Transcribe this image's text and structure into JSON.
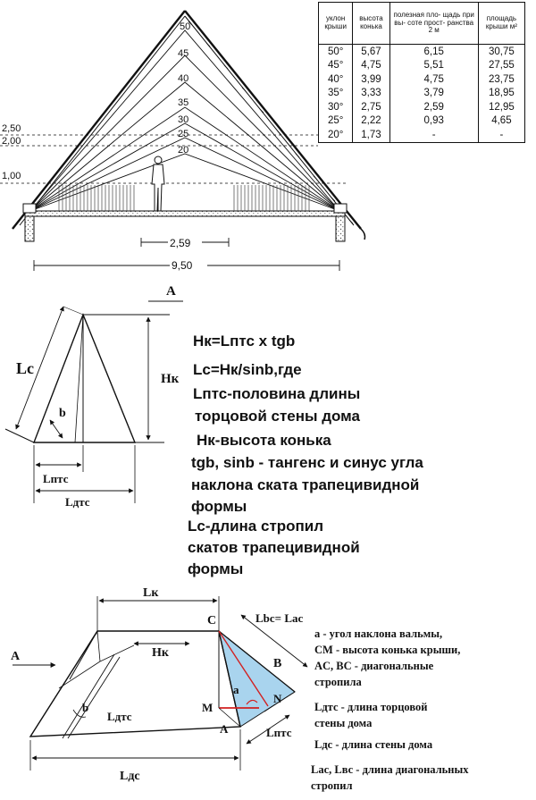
{
  "top_section": {
    "angle_labels": [
      "50",
      "45",
      "40",
      "35",
      "30",
      "25",
      "20"
    ],
    "height_marks": [
      "2,50",
      "2,00",
      "1,00"
    ],
    "dim_inner": "2,59",
    "dim_total": "9,50"
  },
  "table": {
    "headers": [
      "уклон крыши",
      "высота конька",
      "полезная пло- щадь при вы- соте прост- ранства 2 м",
      "площадь крыши м²"
    ],
    "rows": [
      [
        "50°",
        "5,67",
        "6,15",
        "30,75"
      ],
      [
        "45°",
        "4,75",
        "5,51",
        "27,55"
      ],
      [
        "40°",
        "3,99",
        "4,75",
        "23,75"
      ],
      [
        "35°",
        "3,33",
        "3,79",
        "18,95"
      ],
      [
        "30°",
        "2,75",
        "2,59",
        "12,95"
      ],
      [
        "25°",
        "2,22",
        "0,93",
        "4,65"
      ],
      [
        "20°",
        "1,73",
        "-",
        "-"
      ]
    ]
  },
  "middle_section": {
    "view_label": "A",
    "label_lc": "Lc",
    "label_hk": "Hк",
    "label_b": "b",
    "label_lptc": "Lптс",
    "label_ldtc": "Lдтс",
    "formulas": [
      "Hк=Lптс x tgb",
      "Lc=Hк/sinb,где",
      "Lптс-половина длины",
      "торцовой стены дома",
      "Hк-высота конька",
      "tgb, sinb - тангенс  и синус угла",
      "наклона ската трапецивидной",
      "формы",
      "Lс-длина стропил",
      "скатов трапецивидной",
      "формы"
    ]
  },
  "bottom_section": {
    "label_lk": "Lк",
    "label_c": "C",
    "label_lbc": "Lbc= Lac",
    "label_a_arrow": "A",
    "label_hk": "Hк",
    "label_b": "B",
    "label_b_angle": "b",
    "label_ldtc": "Lдтс",
    "label_a_angle": "a",
    "label_m": "M",
    "label_n": "N",
    "label_a_point": "A",
    "label_lptc": "Lптс",
    "label_ldc": "Lдс",
    "legend": [
      "a - угол наклона вальмы,",
      "CM - высота конька крыши,",
      "AC, BC - диагональные",
      "стропила",
      "Lдтс - длина торцовой",
      "стены дома",
      "Lдс - длина  стены дома",
      "Lac, Lвс - длина диагональных",
      "стропил"
    ]
  },
  "colors": {
    "fill_triangle": "#a9d4ee",
    "red_line": "#d22020",
    "ink": "#111111"
  }
}
